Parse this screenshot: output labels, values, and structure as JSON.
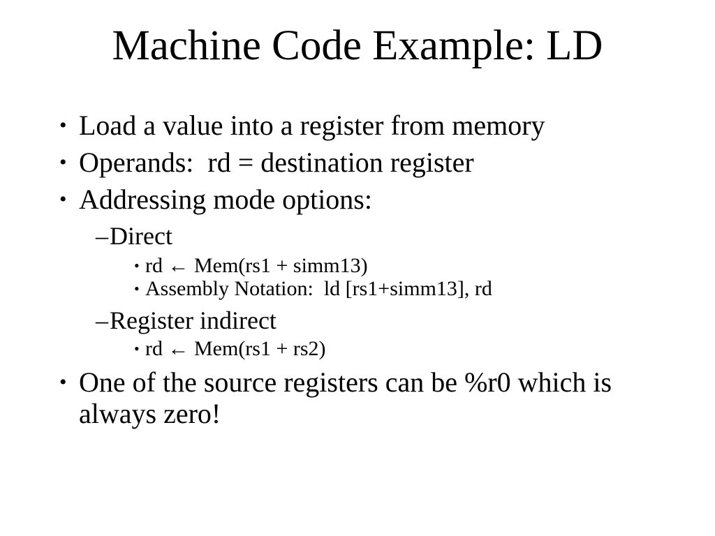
{
  "slide": {
    "title": "Machine Code Example: LD",
    "colors": {
      "background": "#ffffff",
      "text": "#000000"
    },
    "bullets": [
      {
        "level": 1,
        "marker": "•",
        "text": "Load a value into a register from memory"
      },
      {
        "level": 1,
        "marker": "•",
        "text": "Operands:  rd = destination register"
      },
      {
        "level": 1,
        "marker": "•",
        "text": "Addressing mode options:"
      },
      {
        "level": 2,
        "marker": "–",
        "text": "Direct"
      },
      {
        "level": 3,
        "marker": "•",
        "text": "rd ← Mem(rs1 + simm13)"
      },
      {
        "level": 3,
        "marker": "•",
        "text": "Assembly Notation:  ld [rs1+simm13], rd"
      },
      {
        "level": 2,
        "marker": "–",
        "text": "Register indirect"
      },
      {
        "level": 3,
        "marker": "•",
        "text": "rd ← Mem(rs1 + rs2)"
      },
      {
        "level": 1,
        "marker": "•",
        "text": "One of the source registers can be %r0 which is always zero!"
      }
    ]
  }
}
